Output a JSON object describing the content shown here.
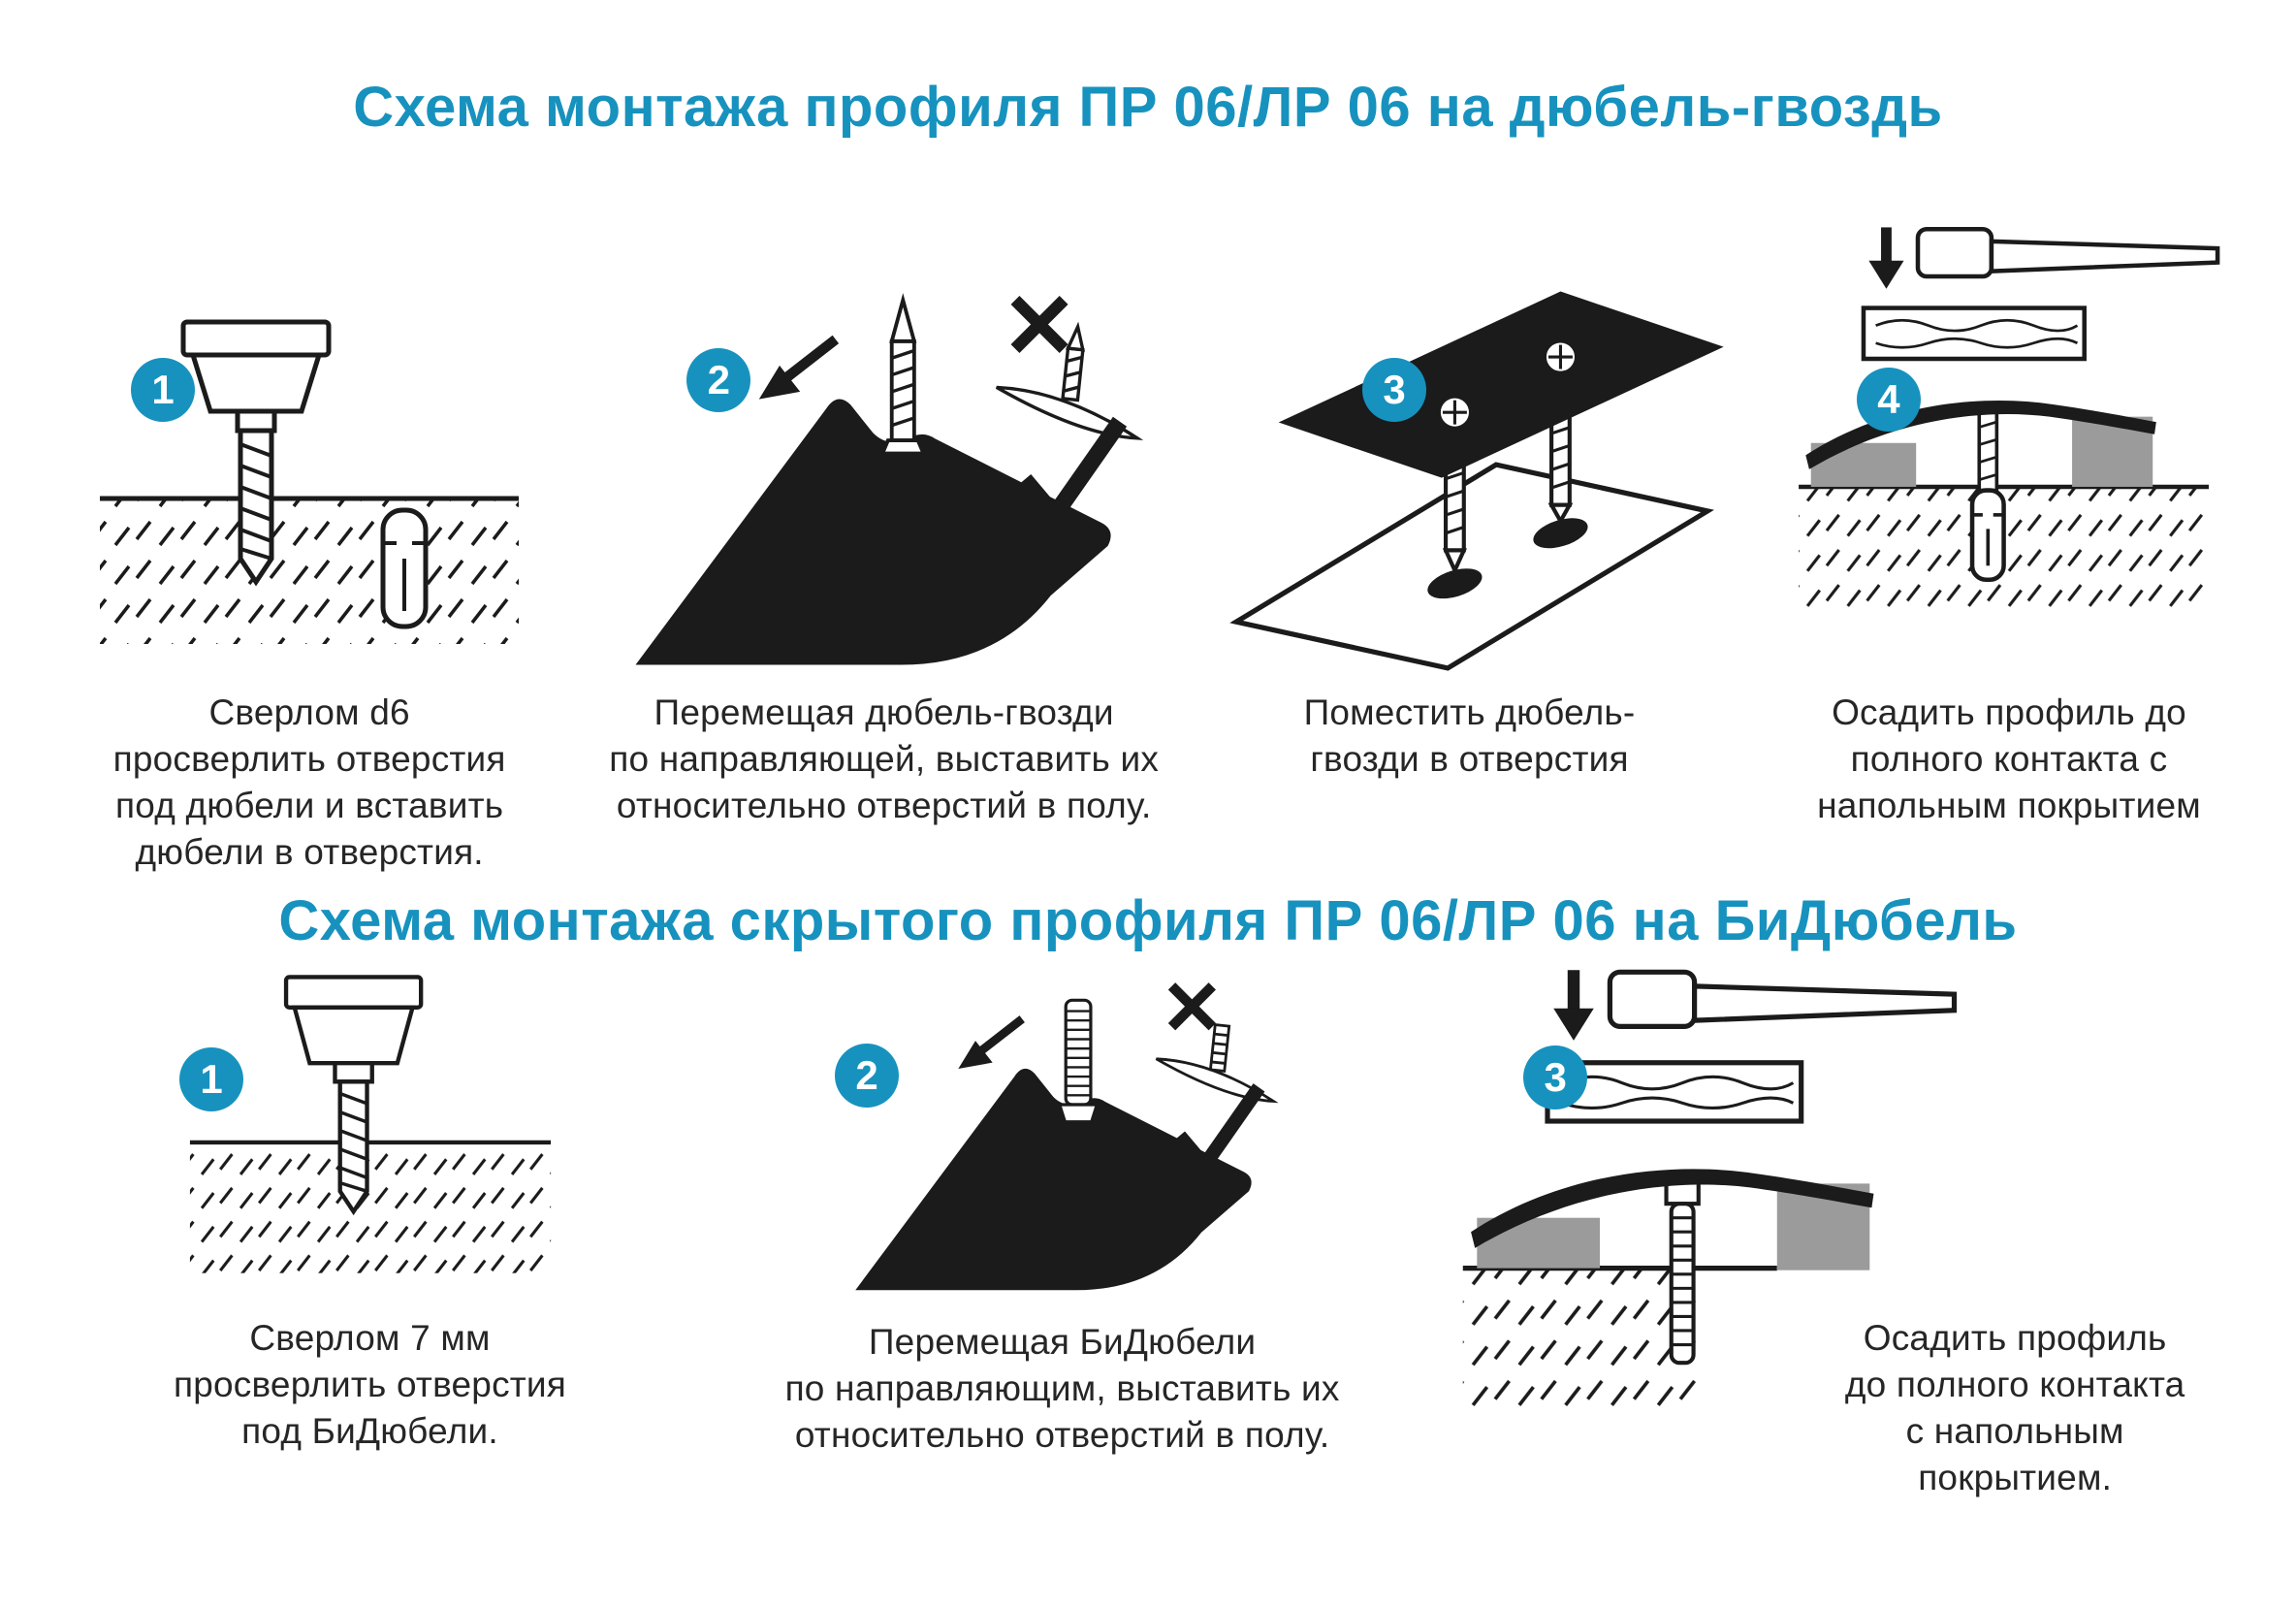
{
  "colors": {
    "accent": "#1792BE",
    "ink": "#1b1b1b",
    "text": "#262626",
    "floor_covering_gray": "#9b9b9b"
  },
  "sections": [
    {
      "title": "Схема монтажа профиля ПР 06/ЛР 06 на дюбель-гвоздь",
      "steps": [
        {
          "number": "1",
          "icon": "drill-and-dowel-illustration",
          "caption": "Сверлом d6\nпросверлить отверстия\nпод дюбели и вставить\nдюбели в отверстия."
        },
        {
          "number": "2",
          "icon": "profile-slide-dowel-nail-illustration",
          "caption": "Перемещая дюбель-гвозди\nпо направляющей, выставить их\nотносительно отверстий в полу."
        },
        {
          "number": "3",
          "icon": "dowel-nails-into-holes-illustration",
          "caption": "Поместить дюбель-\nгвозди в отверстия"
        },
        {
          "number": "4",
          "icon": "hammer-seat-profile-illustration",
          "caption": "Осадить профиль до\nполного контакта с\nнапольным покрытием"
        }
      ]
    },
    {
      "title": "Схема монтажа скрытого профиля ПР 06/ЛР 06 на БиДюбель",
      "steps": [
        {
          "number": "1",
          "icon": "drill-illustration",
          "caption": "Сверлом 7 мм\nпросверлить отверстия\nпод БиДюбели."
        },
        {
          "number": "2",
          "icon": "profile-slide-bidowel-illustration",
          "caption": "Перемещая БиДюбели\nпо направляющим, выставить их\nотносительно отверстий в полу."
        },
        {
          "number": "3",
          "icon": "hammer-seat-profile-bidowel-illustration",
          "caption": "Осадить профиль\nдо полного контакта\nс напольным\nпокрытием."
        }
      ]
    }
  ]
}
